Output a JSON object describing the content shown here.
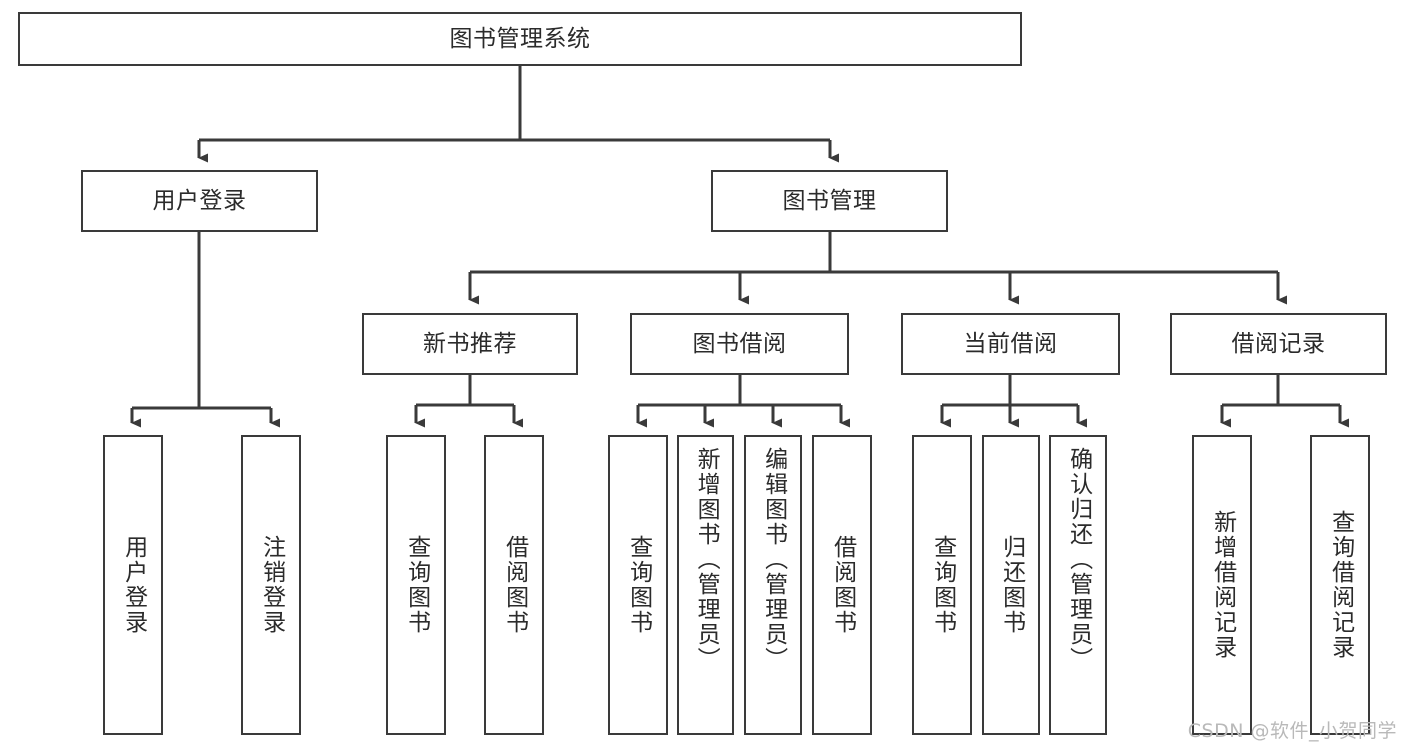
{
  "diagram": {
    "title": "图书管理系统",
    "type": "功能结构图",
    "watermark": "CSDN @软件_小贺同学",
    "colors": {
      "border": "#3a3a3a",
      "background": "#ffffff",
      "text": "#2b2b2b",
      "connector": "#3a3a3a",
      "watermark": "#b9b9b9"
    },
    "root": {
      "label": "图书管理系统"
    },
    "level2": [
      {
        "label": "用户登录"
      },
      {
        "label": "图书管理"
      }
    ],
    "level3": [
      {
        "label": "新书推荐"
      },
      {
        "label": "图书借阅"
      },
      {
        "label": "当前借阅"
      },
      {
        "label": "借阅记录"
      }
    ],
    "leaves": {
      "user_login": [
        {
          "label": "用户登录"
        },
        {
          "label": "注销登录"
        }
      ],
      "new_book": [
        {
          "label": "查询图书"
        },
        {
          "label": "借阅图书"
        }
      ],
      "book_borrow": [
        {
          "label": "查询图书"
        },
        {
          "label": "新增图书（管理员）"
        },
        {
          "label": "编辑图书（管理员）"
        },
        {
          "label": "借阅图书"
        }
      ],
      "current_borrow": [
        {
          "label": "查询图书"
        },
        {
          "label": "归还图书"
        },
        {
          "label": "确认归还（管理员）"
        }
      ],
      "borrow_record": [
        {
          "label": "新增借阅记录"
        },
        {
          "label": "查询借阅记录"
        }
      ]
    }
  }
}
